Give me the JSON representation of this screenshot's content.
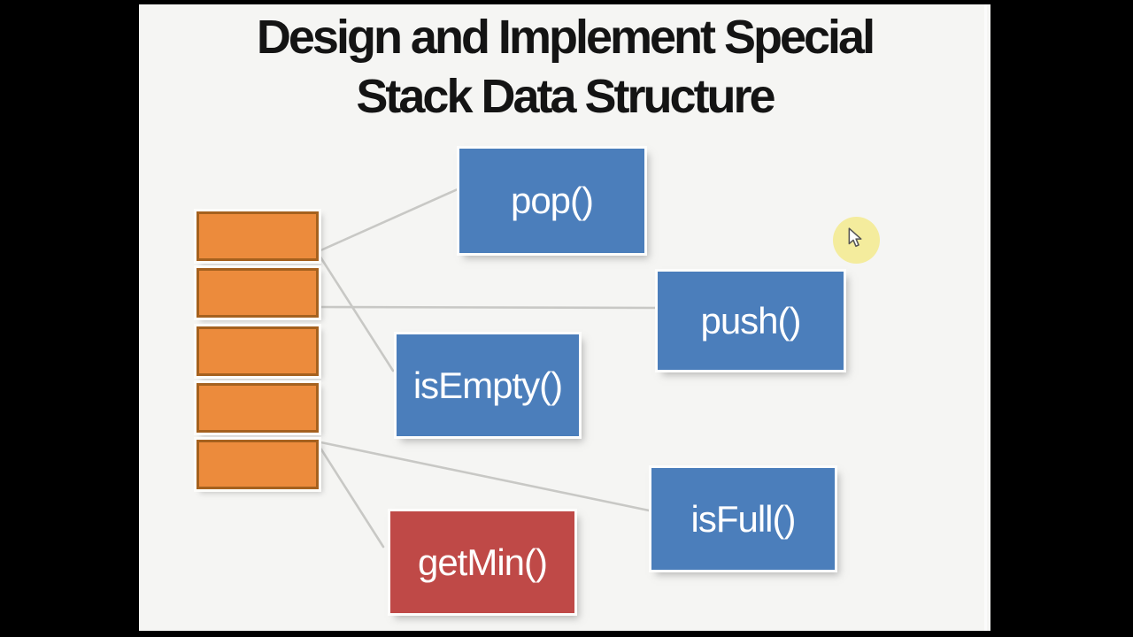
{
  "title": {
    "line1": "Design and Implement Special",
    "line2": "Stack Data Structure"
  },
  "diagram": {
    "stack": {
      "cell_count": 5,
      "fill": "#ec8b3c",
      "border": "#a5611e"
    },
    "operations": [
      {
        "label": "pop()",
        "fill": "#4b7ebb"
      },
      {
        "label": "push()",
        "fill": "#4b7ebb"
      },
      {
        "label": "isEmpty()",
        "fill": "#4b7ebb"
      },
      {
        "label": "isFull()",
        "fill": "#4b7ebb"
      },
      {
        "label": "getMin()",
        "fill": "#bf4947"
      }
    ],
    "connector_color": "#c8c8c5"
  },
  "cursor": {
    "icon": "arrow-pointer-icon",
    "highlight_color": "#f4ec9d"
  },
  "colors": {
    "letterbox": "#000000",
    "slide_background": "#f5f5f3",
    "title_text": "#141414",
    "operation_text": "#ffffff"
  }
}
